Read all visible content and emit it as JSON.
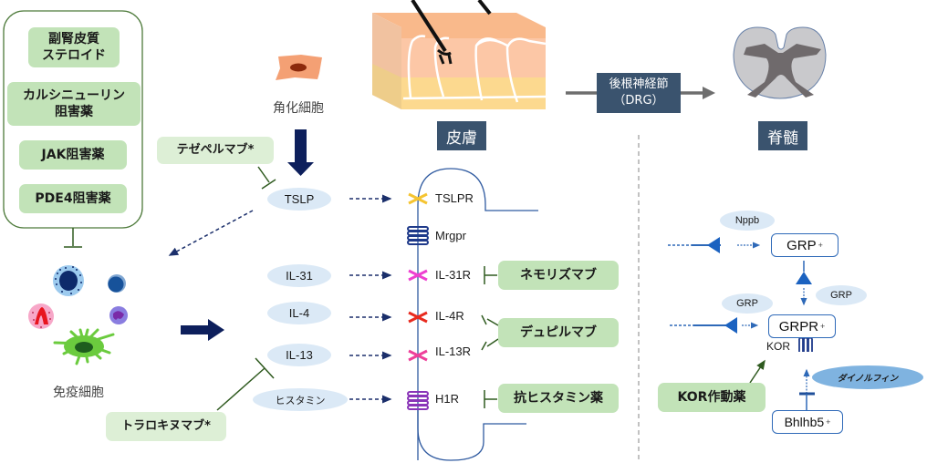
{
  "left_panel": {
    "drugs": [
      {
        "line1": "副腎皮質",
        "line2": "ステロイド"
      },
      {
        "line1": "カルシニューリン",
        "line2": "阻害薬"
      },
      {
        "line1": "JAK阻害薬",
        "line2": ""
      },
      {
        "line1": "PDE4阻害薬",
        "line2": ""
      }
    ]
  },
  "labels": {
    "keratinocyte": "角化細胞",
    "immune_cells": "免疫細胞",
    "skin": "皮膚",
    "drg_line1": "後根神経節",
    "drg_line2": "（DRG）",
    "spinal_cord": "脊髄"
  },
  "drugs": {
    "tezepelumab": "テゼペルマブ*",
    "tralokinumab": "トラロキヌマブ*",
    "nemolizumab": "ネモリズマブ",
    "dupilumab": "デュピルマブ",
    "antihistamine": "抗ヒスタミン薬",
    "kor_agonist": "KOR作動薬"
  },
  "ligands": [
    {
      "name": "TSLP"
    },
    {
      "name": "IL-31"
    },
    {
      "name": "IL-4"
    },
    {
      "name": "IL-13"
    },
    {
      "name": "ヒスタミン"
    }
  ],
  "receptors": [
    {
      "name": "TSLPR",
      "color": "#f5c431"
    },
    {
      "name": "Mrgpr",
      "color": "#1f3a8a"
    },
    {
      "name": "IL-31R",
      "color": "#ee3fd0"
    },
    {
      "name": "IL-4R",
      "color": "#e82a1e"
    },
    {
      "name": "IL-13R",
      "color": "#ee3f9a"
    },
    {
      "name": "H1R",
      "color": "#8a35b8"
    }
  ],
  "spinal_circuit": {
    "nppb": "Nppb",
    "grp_neuron": "GRP",
    "grp_neuron_sup": "+",
    "grp_ligand_1": "GRP",
    "grp_ligand_2": "GRP",
    "grpr_neuron": "GRPR",
    "grpr_neuron_sup": "+",
    "kor": "KOR",
    "dynorphin": "ダイノルフィン",
    "bhlhb5": "Bhlhb5",
    "bhlhb5_sup": "+"
  },
  "colors": {
    "drug_green": "#c2e3b8",
    "drug_light_green": "#ddefd6",
    "navy_label": "#3a536e",
    "inhibit_line": "#2f5a1f",
    "dashed_arrow": "#1b2f6b",
    "ligand_fill": "#dbe9f6",
    "circuit_blue": "#2e69b8",
    "dynorphin_fill": "#7fb3e0"
  }
}
